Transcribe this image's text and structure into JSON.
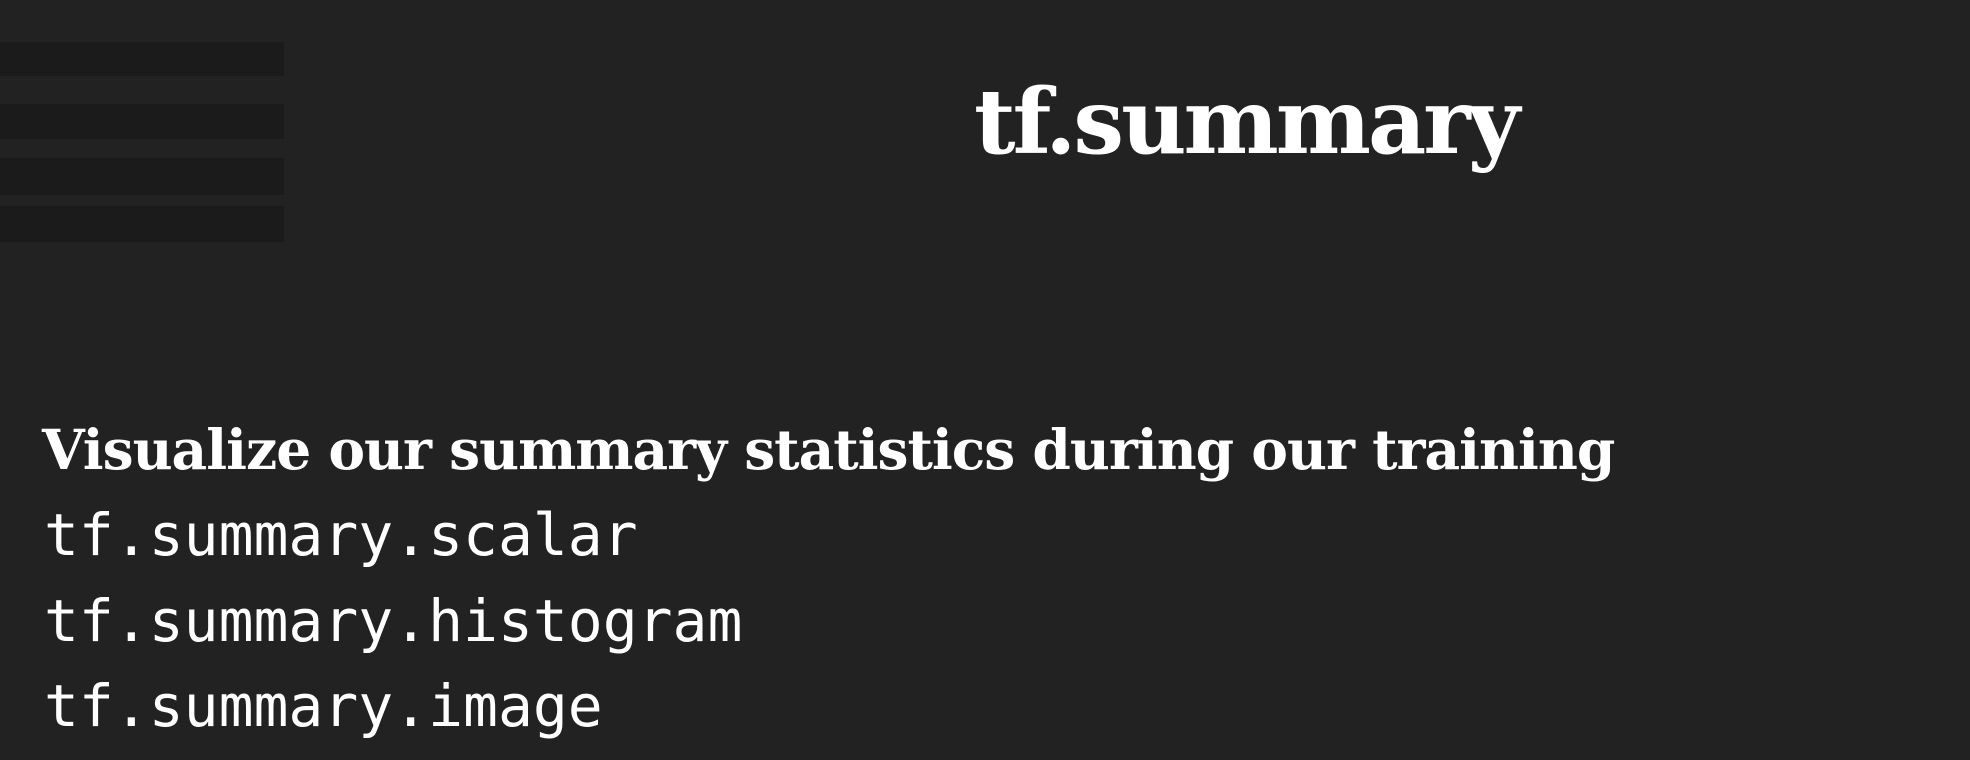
{
  "title": "tf.summary",
  "subtitle": "Visualize our summary statistics during our training",
  "code_lines": [
    "tf.summary.scalar",
    "tf.summary.histogram",
    "tf.summary.image"
  ],
  "colors": {
    "background": "#222222",
    "menu_block": "#1b1b1b",
    "text": "#ffffff"
  }
}
